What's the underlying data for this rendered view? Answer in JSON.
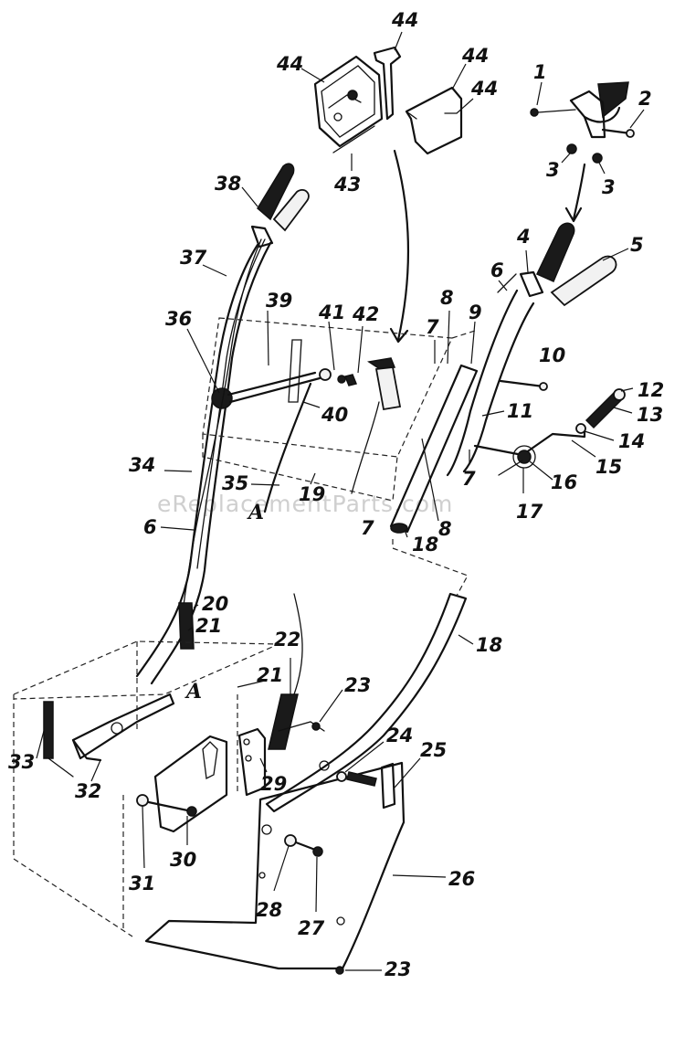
{
  "diagram": {
    "watermark": "eReplacementParts.com",
    "callouts": [
      {
        "id": "c44a",
        "label": "44"
      },
      {
        "id": "c44b",
        "label": "44"
      },
      {
        "id": "c44c",
        "label": "44"
      },
      {
        "id": "c44d",
        "label": "44"
      },
      {
        "id": "c43",
        "label": "43"
      },
      {
        "id": "c1",
        "label": "1"
      },
      {
        "id": "c2",
        "label": "2"
      },
      {
        "id": "c3a",
        "label": "3"
      },
      {
        "id": "c3b",
        "label": "3"
      },
      {
        "id": "c38",
        "label": "38"
      },
      {
        "id": "c37",
        "label": "37"
      },
      {
        "id": "c4",
        "label": "4"
      },
      {
        "id": "c5",
        "label": "5"
      },
      {
        "id": "c6a",
        "label": "6"
      },
      {
        "id": "c39",
        "label": "39"
      },
      {
        "id": "c41",
        "label": "41"
      },
      {
        "id": "c42",
        "label": "42"
      },
      {
        "id": "c8a",
        "label": "8"
      },
      {
        "id": "c9",
        "label": "9"
      },
      {
        "id": "c7a",
        "label": "7"
      },
      {
        "id": "c36",
        "label": "36"
      },
      {
        "id": "c10",
        "label": "10"
      },
      {
        "id": "c12",
        "label": "12"
      },
      {
        "id": "c11",
        "label": "11"
      },
      {
        "id": "c13",
        "label": "13"
      },
      {
        "id": "c40",
        "label": "40"
      },
      {
        "id": "c14",
        "label": "14"
      },
      {
        "id": "c34",
        "label": "34"
      },
      {
        "id": "c15",
        "label": "15"
      },
      {
        "id": "c7b",
        "label": "7"
      },
      {
        "id": "c16",
        "label": "16"
      },
      {
        "id": "c35",
        "label": "35"
      },
      {
        "id": "c19",
        "label": "19"
      },
      {
        "id": "c17",
        "label": "17"
      },
      {
        "id": "cA1",
        "label": "A"
      },
      {
        "id": "c6b",
        "label": "6"
      },
      {
        "id": "c7c",
        "label": "7"
      },
      {
        "id": "c18a",
        "label": "18"
      },
      {
        "id": "c8b",
        "label": "8"
      },
      {
        "id": "c20",
        "label": "20"
      },
      {
        "id": "c21a",
        "label": "21"
      },
      {
        "id": "c18b",
        "label": "18"
      },
      {
        "id": "c22",
        "label": "22"
      },
      {
        "id": "c21b",
        "label": "21"
      },
      {
        "id": "cA2",
        "label": "A"
      },
      {
        "id": "c23a",
        "label": "23"
      },
      {
        "id": "c24",
        "label": "24"
      },
      {
        "id": "c25",
        "label": "25"
      },
      {
        "id": "c33",
        "label": "33"
      },
      {
        "id": "c32",
        "label": "32"
      },
      {
        "id": "c29",
        "label": "29"
      },
      {
        "id": "c30",
        "label": "30"
      },
      {
        "id": "c31",
        "label": "31"
      },
      {
        "id": "c26",
        "label": "26"
      },
      {
        "id": "c28",
        "label": "28"
      },
      {
        "id": "c27",
        "label": "27"
      },
      {
        "id": "c23b",
        "label": "23"
      }
    ]
  }
}
